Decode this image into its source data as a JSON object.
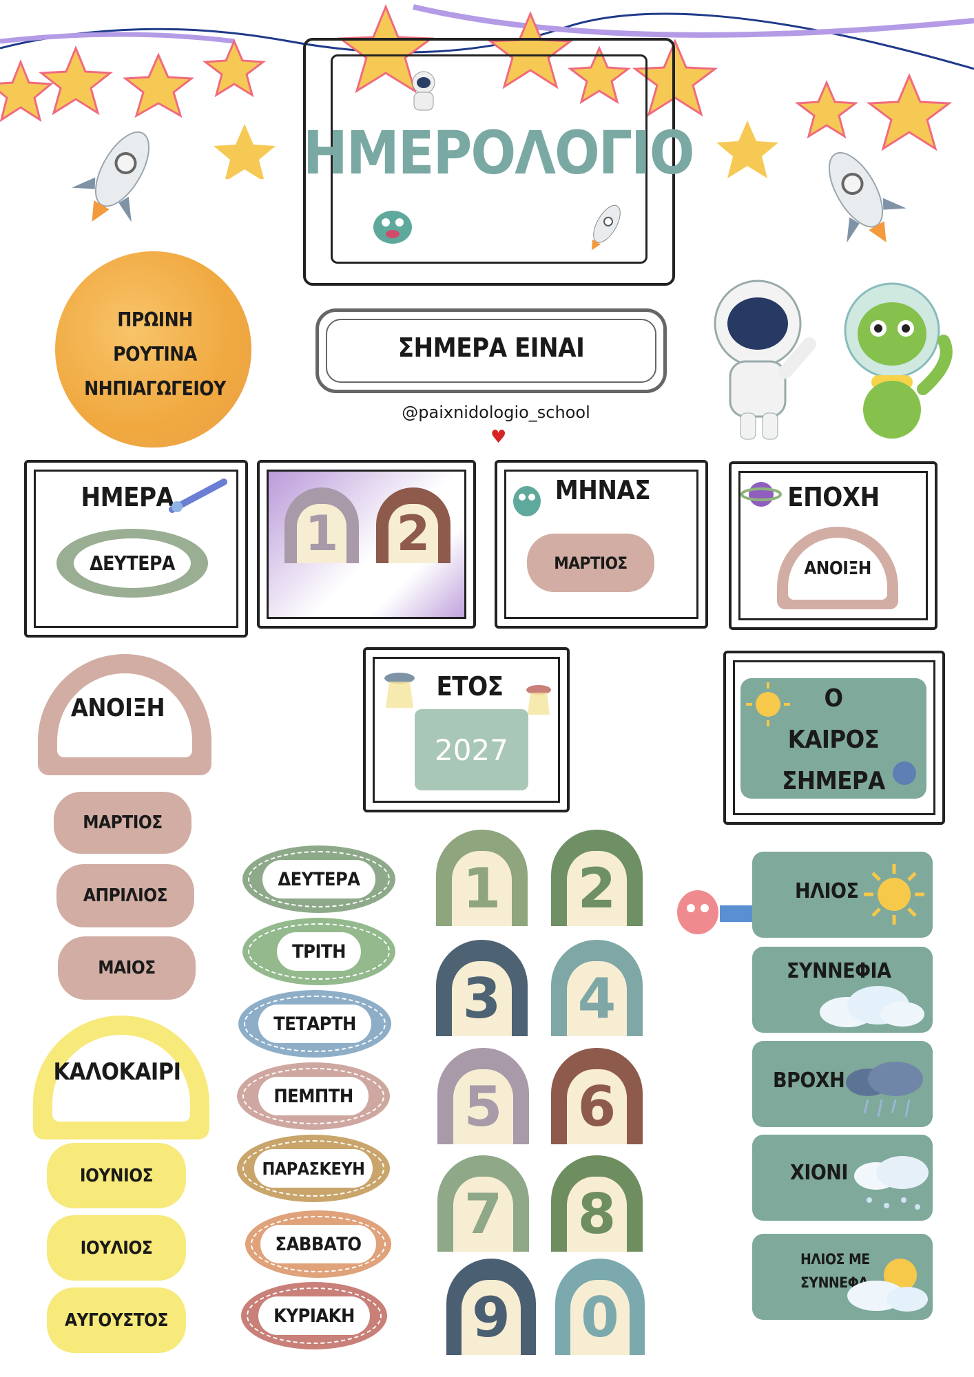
{
  "header": {
    "title": "ΗΜΕΡΟΛΟΓΙΟ",
    "routine_lines": [
      "ΠΡΩΙΝΗ",
      "ΡΟΥΤΙΝΑ",
      "ΝΗΠΙΑΓΩΓΕΙΟΥ"
    ],
    "today_label": "ΣΗΜΕΡΑ ΕΙΝΑΙ",
    "handle": "@paixnidologio_school"
  },
  "cards": {
    "day": {
      "title": "ΗΜΕΡΑ",
      "value": "ΔΕΥΤΕΡΑ"
    },
    "date": {
      "digits": [
        "1",
        "2"
      ]
    },
    "month": {
      "title": "ΜΗΝΑΣ",
      "value": "ΜΑΡΤΙΟΣ"
    },
    "season": {
      "title": "ΕΠΟΧΗ",
      "value": "ΑΝΟΙΞΗ"
    },
    "year": {
      "title": "ΕΤΟΣ",
      "value": "2027"
    },
    "weather": {
      "lines": [
        "Ο",
        "ΚΑΙΡΟΣ",
        "ΣΗΜΕΡΑ"
      ]
    }
  },
  "seasons": [
    {
      "label": "ΑΝΟΙΞΗ",
      "months": [
        "ΜΑΡΤΙΟΣ",
        "ΑΠΡΙΛΙΟΣ",
        "ΜΑΙΟΣ"
      ]
    },
    {
      "label": "ΚΑΛΟΚΑΙΡΙ",
      "months": [
        "ΙΟΥΝΙΟΣ",
        "ΙΟΥΛΙΟΣ",
        "ΑΥΓΟΥΣΤΟΣ"
      ]
    }
  ],
  "days": [
    "ΔΕΥΤΕΡΑ",
    "ΤΡΙΤΗ",
    "ΤΕΤΑΡΤΗ",
    "ΠΕΜΠΤΗ",
    "ΠΑΡΑΣΚΕΥΗ",
    "ΣΑΒΒΑΤΟ",
    "ΚΥΡΙΑΚΗ"
  ],
  "digits": [
    "1",
    "2",
    "3",
    "4",
    "5",
    "6",
    "7",
    "8",
    "9",
    "0"
  ],
  "weather_options": [
    "ΗΛΙΟΣ",
    "ΣΥΝΝΕΦΙΑ",
    "ΒΡΟΧΗ",
    "ΧΙΟΝΙ",
    "ΗΛΙΟΣ ΜΕ ΣΥΝΝΕΦΑ"
  ],
  "colors": {
    "spring_pink": "#d2ada4",
    "summer_yellow": "#f7e97a",
    "teal": "#7fa99a",
    "star_yellow": "#f6c955",
    "day_colors": [
      "#8ea98a",
      "#93b98d",
      "#8eaec8",
      "#cfa7a1",
      "#c9a56b",
      "#e0a27a",
      "#c88078"
    ],
    "digit_colors": [
      "#8ea57e",
      "#6f9065",
      "#4d6273",
      "#7ea7a6",
      "#a89aa8",
      "#8e5a4c",
      "#8fa888",
      "#6f8e60",
      "#4b5f72",
      "#7ba9ad"
    ]
  }
}
